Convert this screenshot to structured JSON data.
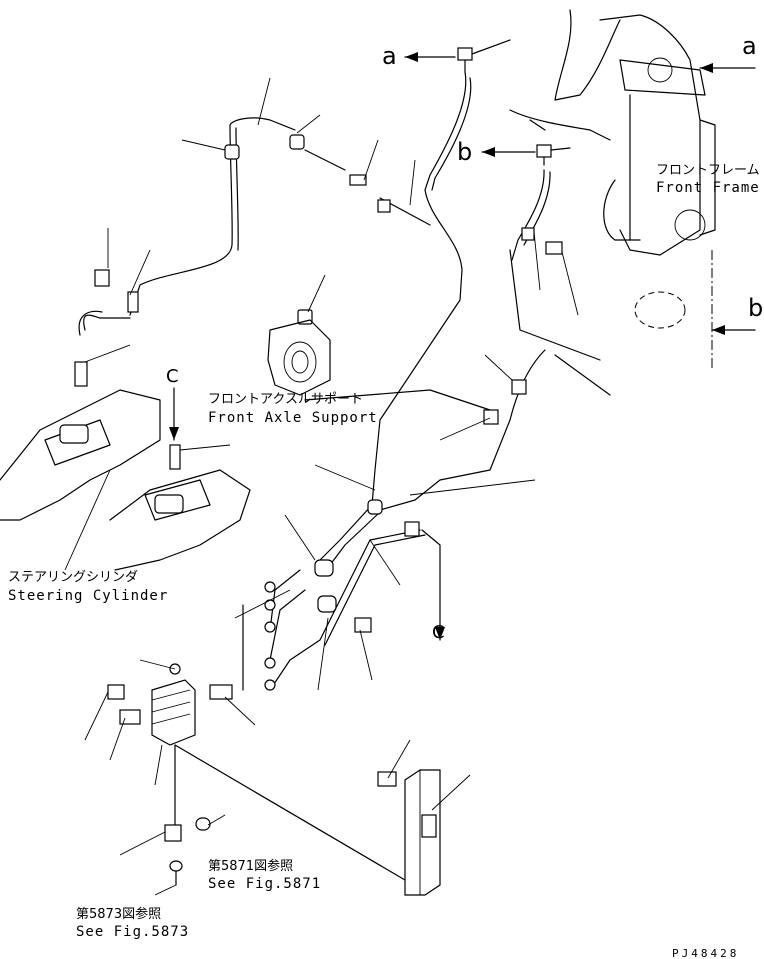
{
  "callouts": {
    "a_left": "a",
    "a_right": "a",
    "b_top": "b",
    "b_right": "b",
    "c_top": "C",
    "c_bottom": "C"
  },
  "labels": {
    "front_frame_jp": "フロントフレーム",
    "front_frame_en": "Front Frame",
    "front_axle_support_jp": "フロントアクスルサポート",
    "front_axle_support_en": "Front Axle Support",
    "steering_cylinder_jp": "ステアリングシリンダ",
    "steering_cylinder_en": "Steering Cylinder",
    "ref_5871_jp": "第5871図参照",
    "ref_5871_en": "See Fig.5871",
    "ref_5873_jp": "第5873図参照",
    "ref_5873_en": "See Fig.5873",
    "drawing_number": "PJ48428"
  }
}
